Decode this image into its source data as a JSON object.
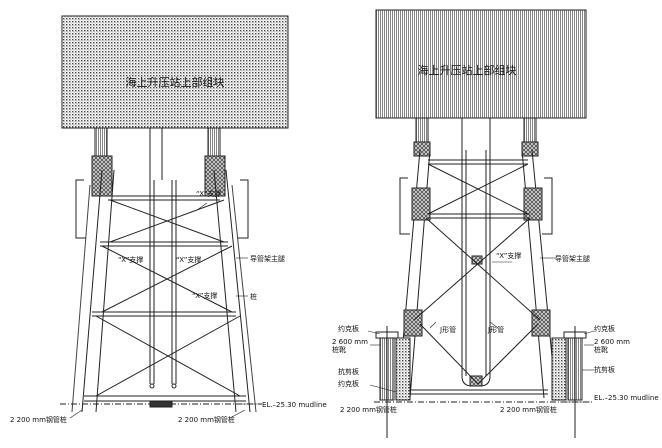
{
  "left": {
    "module_title": "海上升压站上部组块",
    "x_brace_top": "“X”支撑",
    "x_brace_mid_left": "“X”支撑",
    "x_brace_mid_right": "“X”支撑",
    "x_brace_low": "“X”支撑",
    "jacket_leg": "导管架主腿",
    "pile": "桩",
    "elevation": "EL.–25.30 mudline",
    "pile_left": "2 200 mm钢管桩",
    "pile_right": "2 200 mm钢管桩"
  },
  "right": {
    "module_title": "海上升压站上部组块",
    "x_brace": "“X”支撑",
    "jacket_leg": "导管架主腿",
    "j_tube_left": "J形管",
    "j_tube_right": "J形管",
    "yoke_plate_left": "约克板",
    "yoke_plate_right": "约克板",
    "sleeve_left": "2 600 mm\n桩靴",
    "sleeve_right": "2 600 mm\n桩靴",
    "shear_plate_left": "抗剪板",
    "shear_plate_right": "抗剪板",
    "yoke_plate_low": "约克板",
    "elevation": "EL.–25.30 mudline",
    "pile_left": "2 200 mm钢管桩",
    "pile_right": "2 200 mm钢管桩"
  },
  "colors": {
    "line": "#222222",
    "fill_dark": "#333333",
    "hatch": "#555555"
  }
}
